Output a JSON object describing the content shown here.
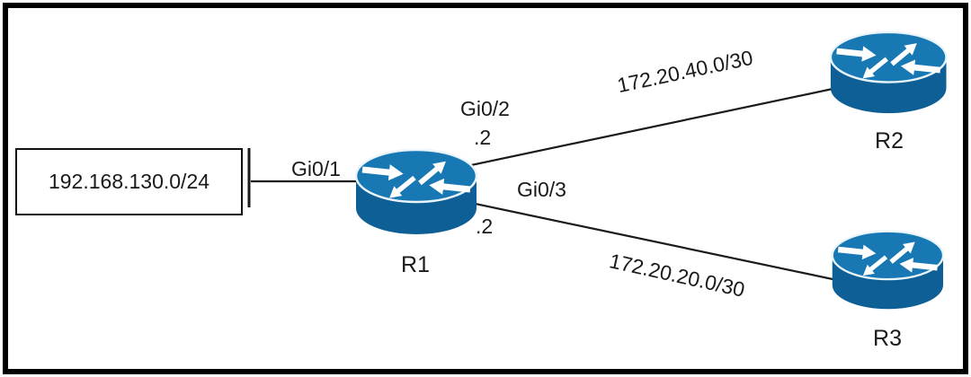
{
  "diagram": {
    "subnet_box": {
      "label": "192.168.130.0/24"
    },
    "routers": {
      "r1": {
        "label": "R1"
      },
      "r2": {
        "label": "R2"
      },
      "r3": {
        "label": "R3"
      }
    },
    "interface_labels": {
      "gi0_1": "Gi0/1",
      "gi0_2": "Gi0/2",
      "gi0_2_ip": ".2",
      "gi0_3": "Gi0/3",
      "gi0_3_ip": ".2"
    },
    "link_labels": {
      "r1_r2": "172.20.40.0/30",
      "r1_r3": "172.20.20.0/30"
    },
    "colors": {
      "router_top": "#1878B4",
      "router_body": "#0D5F95",
      "router_rim": "#E9F5FB",
      "line": "#1A1A1A",
      "frame": "#000000",
      "text": "#1A1A1A"
    }
  }
}
